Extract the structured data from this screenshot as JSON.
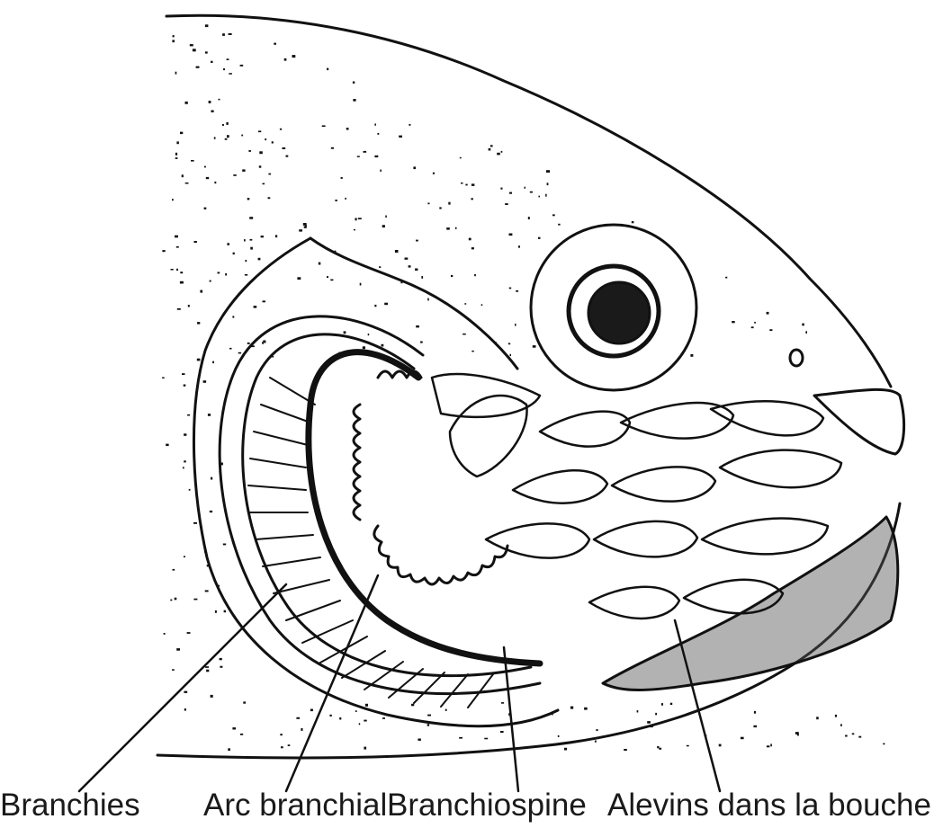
{
  "labels": [
    "Branchies",
    "Arc branchial",
    "Branchiospine",
    "Alevins dans la bouche"
  ],
  "colors": {
    "ink": "#111111",
    "paper": "#ffffff",
    "dark_fill": "#1a1a1a"
  }
}
